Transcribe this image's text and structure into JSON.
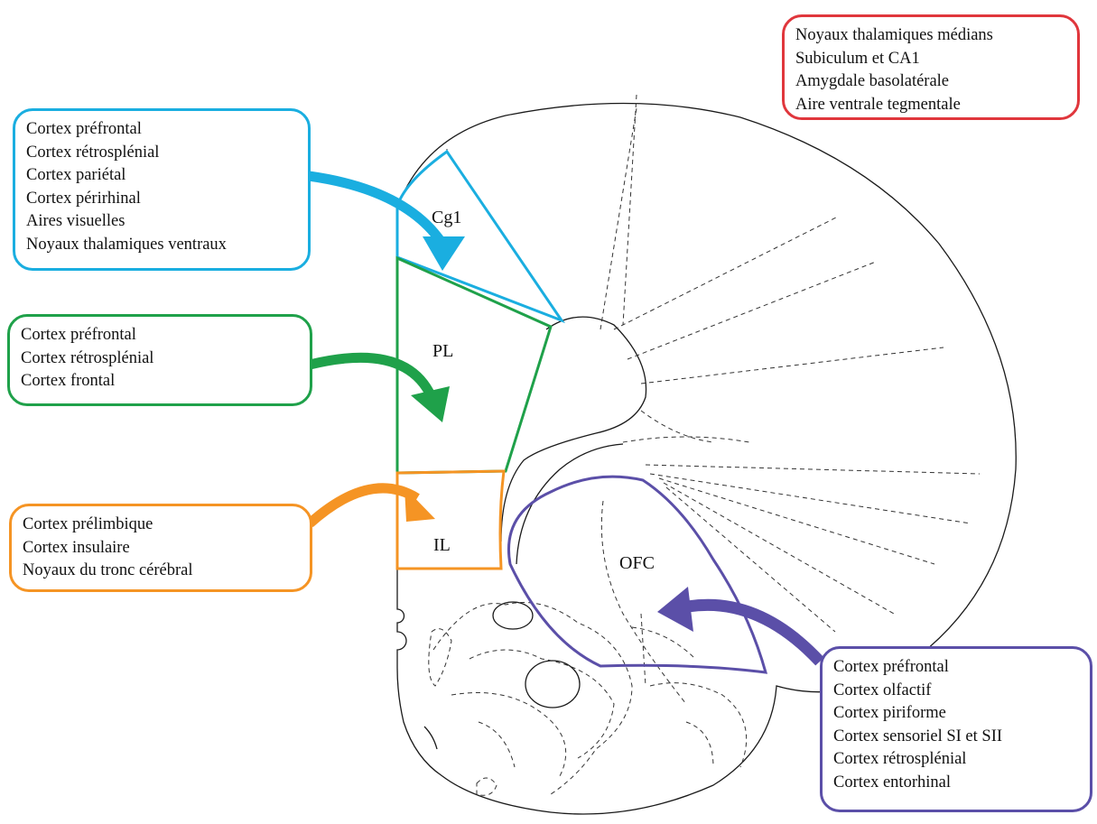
{
  "colors": {
    "red": "#e0363c",
    "blue": "#1aaee0",
    "green": "#1fa14a",
    "orange": "#f59424",
    "purple": "#5b4fa8",
    "outline": "#1a1a1a"
  },
  "regions": {
    "cg1": "Cg1",
    "pl": "PL",
    "il": "IL",
    "ofc": "OFC"
  },
  "boxes": {
    "red": {
      "lines": [
        "Noyaux thalamiques médians",
        "Subiculum et CA1",
        "Amygdale basolatérale",
        "Aire ventrale tegmentale"
      ]
    },
    "blue": {
      "lines": [
        "Cortex préfrontal",
        "Cortex rétrosplénial",
        "Cortex pariétal",
        "Cortex périrhinal",
        "Aires visuelles",
        "Noyaux thalamiques ventraux"
      ]
    },
    "green": {
      "lines": [
        "Cortex préfrontal",
        "Cortex rétrosplénial",
        "Cortex frontal"
      ]
    },
    "orange": {
      "lines": [
        "Cortex prélimbique",
        "Cortex insulaire",
        "Noyaux du tronc cérébral"
      ]
    },
    "purple": {
      "lines": [
        "Cortex préfrontal",
        "Cortex olfactif",
        "Cortex piriforme",
        "Cortex sensoriel SI et SII",
        "Cortex rétrosplénial",
        "Cortex entorhinal"
      ]
    }
  }
}
